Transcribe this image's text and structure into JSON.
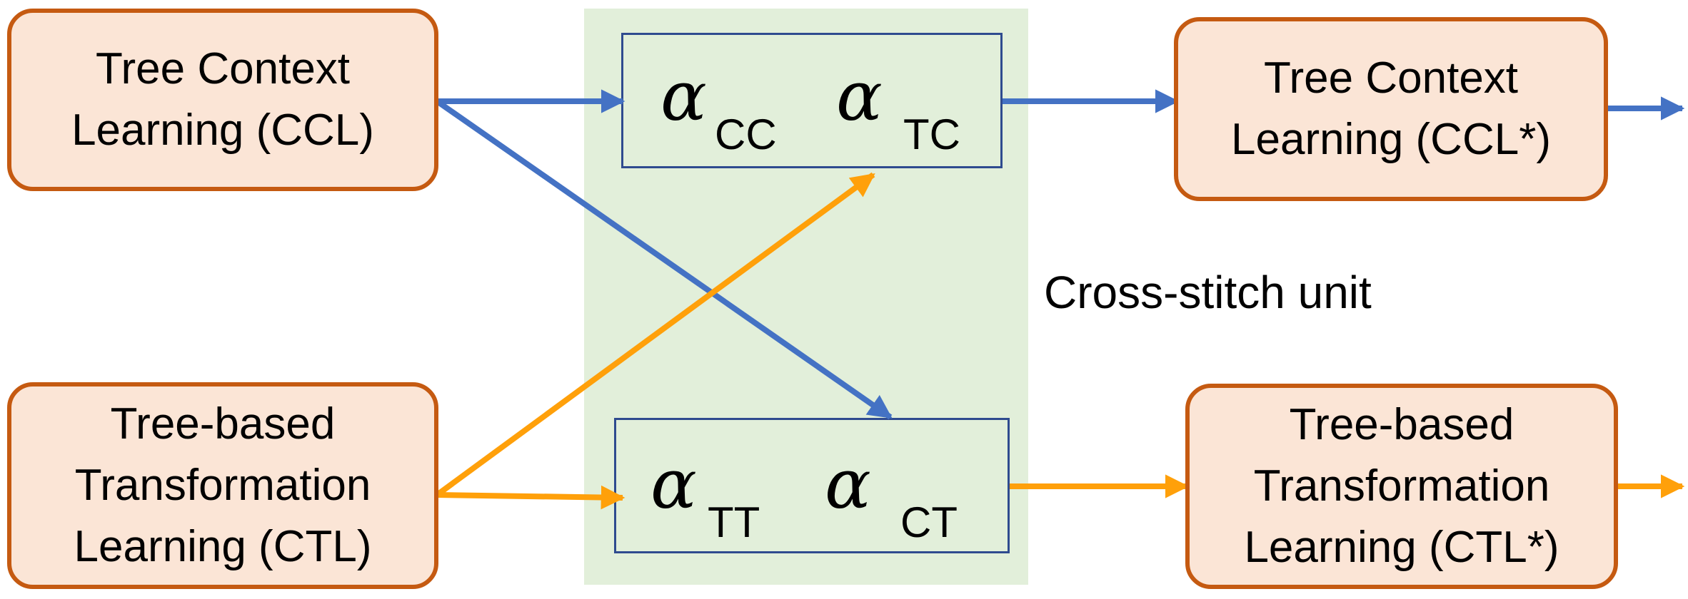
{
  "colors": {
    "box_fill": "#fbe5d6",
    "box_border": "#c55a11",
    "panel_fill": "#e2efda",
    "alpha_box_border": "#2f4b8f",
    "blue_arrow": "#4472c4",
    "orange_arrow": "#ffa00a"
  },
  "left_top_box": {
    "line1": "Tree Context",
    "line2": "Learning (CCL)"
  },
  "left_bottom_box": {
    "line1": "Tree-based",
    "line2": "Transformation",
    "line3": "Learning (CTL)"
  },
  "right_top_box": {
    "line1": "Tree Context",
    "line2": "Learning (CCL*)"
  },
  "right_bottom_box": {
    "line1": "Tree-based",
    "line2": "Transformation",
    "line3": "Learning (CTL*)"
  },
  "cross_stitch": {
    "label": "Cross-stitch unit",
    "top_unit": {
      "alpha1": {
        "symbol": "α",
        "subscript": "CC"
      },
      "alpha2": {
        "symbol": "α",
        "subscript": "TC"
      }
    },
    "bottom_unit": {
      "alpha1": {
        "symbol": "α",
        "subscript": "TT"
      },
      "alpha2": {
        "symbol": "α",
        "subscript": "CT"
      }
    }
  }
}
